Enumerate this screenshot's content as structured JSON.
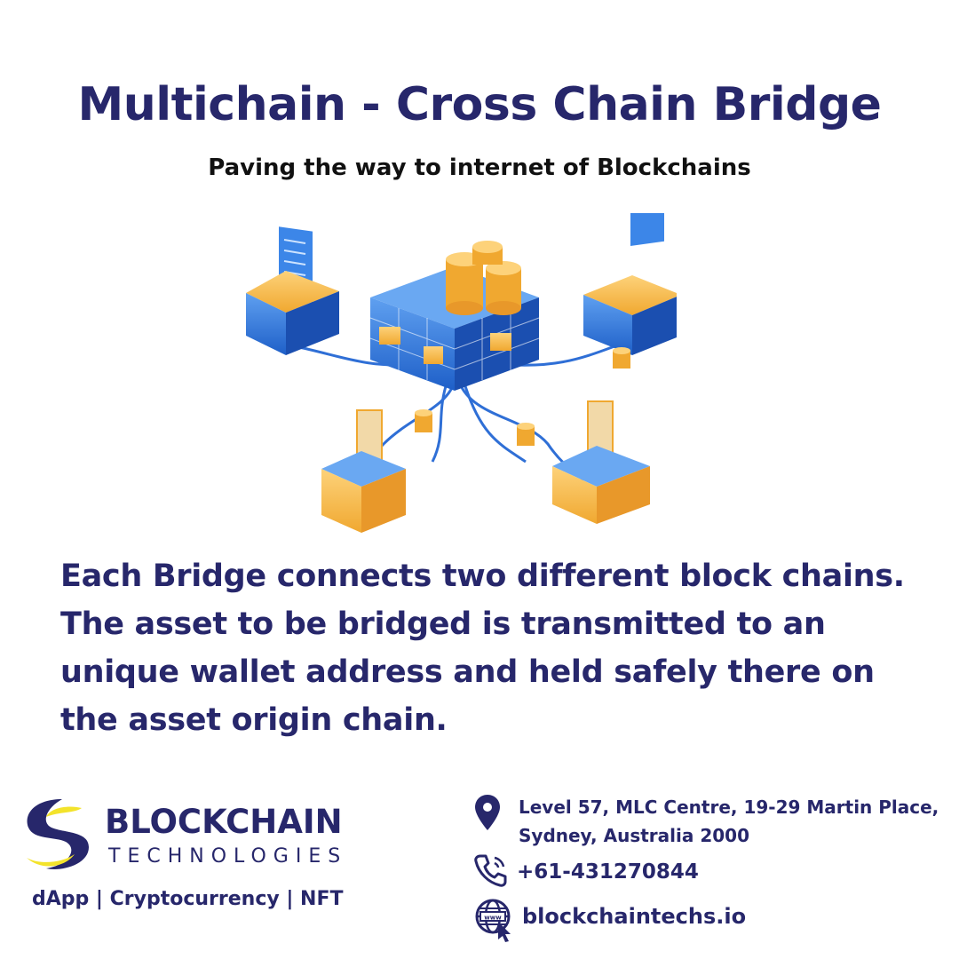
{
  "header": {
    "title": "Multichain - Cross Chain Bridge",
    "subtitle": "Paving the way to internet of Blockchains"
  },
  "body": {
    "description": "Each Bridge connects two different block chains. The asset to be bridged is transmitted to an unique wallet address and held safely there on the asset origin chain."
  },
  "brand": {
    "name": "BLOCKCHAIN",
    "tagline": "TECHNOLOGIES",
    "services": "dApp | Cryptocurrency | NFT"
  },
  "contact": {
    "address_line1": "Level 57, MLC Centre, 19-29 Martin Place,",
    "address_line2": "Sydney, Australia 2000",
    "phone": "+61-431270844",
    "website": "blockchaintechs.io"
  },
  "icons": {
    "address": "location-pin-icon",
    "phone": "phone-icon",
    "website": "globe-icon"
  },
  "colors": {
    "navy": "#27276b",
    "blue": "#2f6fd6",
    "gold": "#f5b73a",
    "yellow": "#f3e32b"
  }
}
